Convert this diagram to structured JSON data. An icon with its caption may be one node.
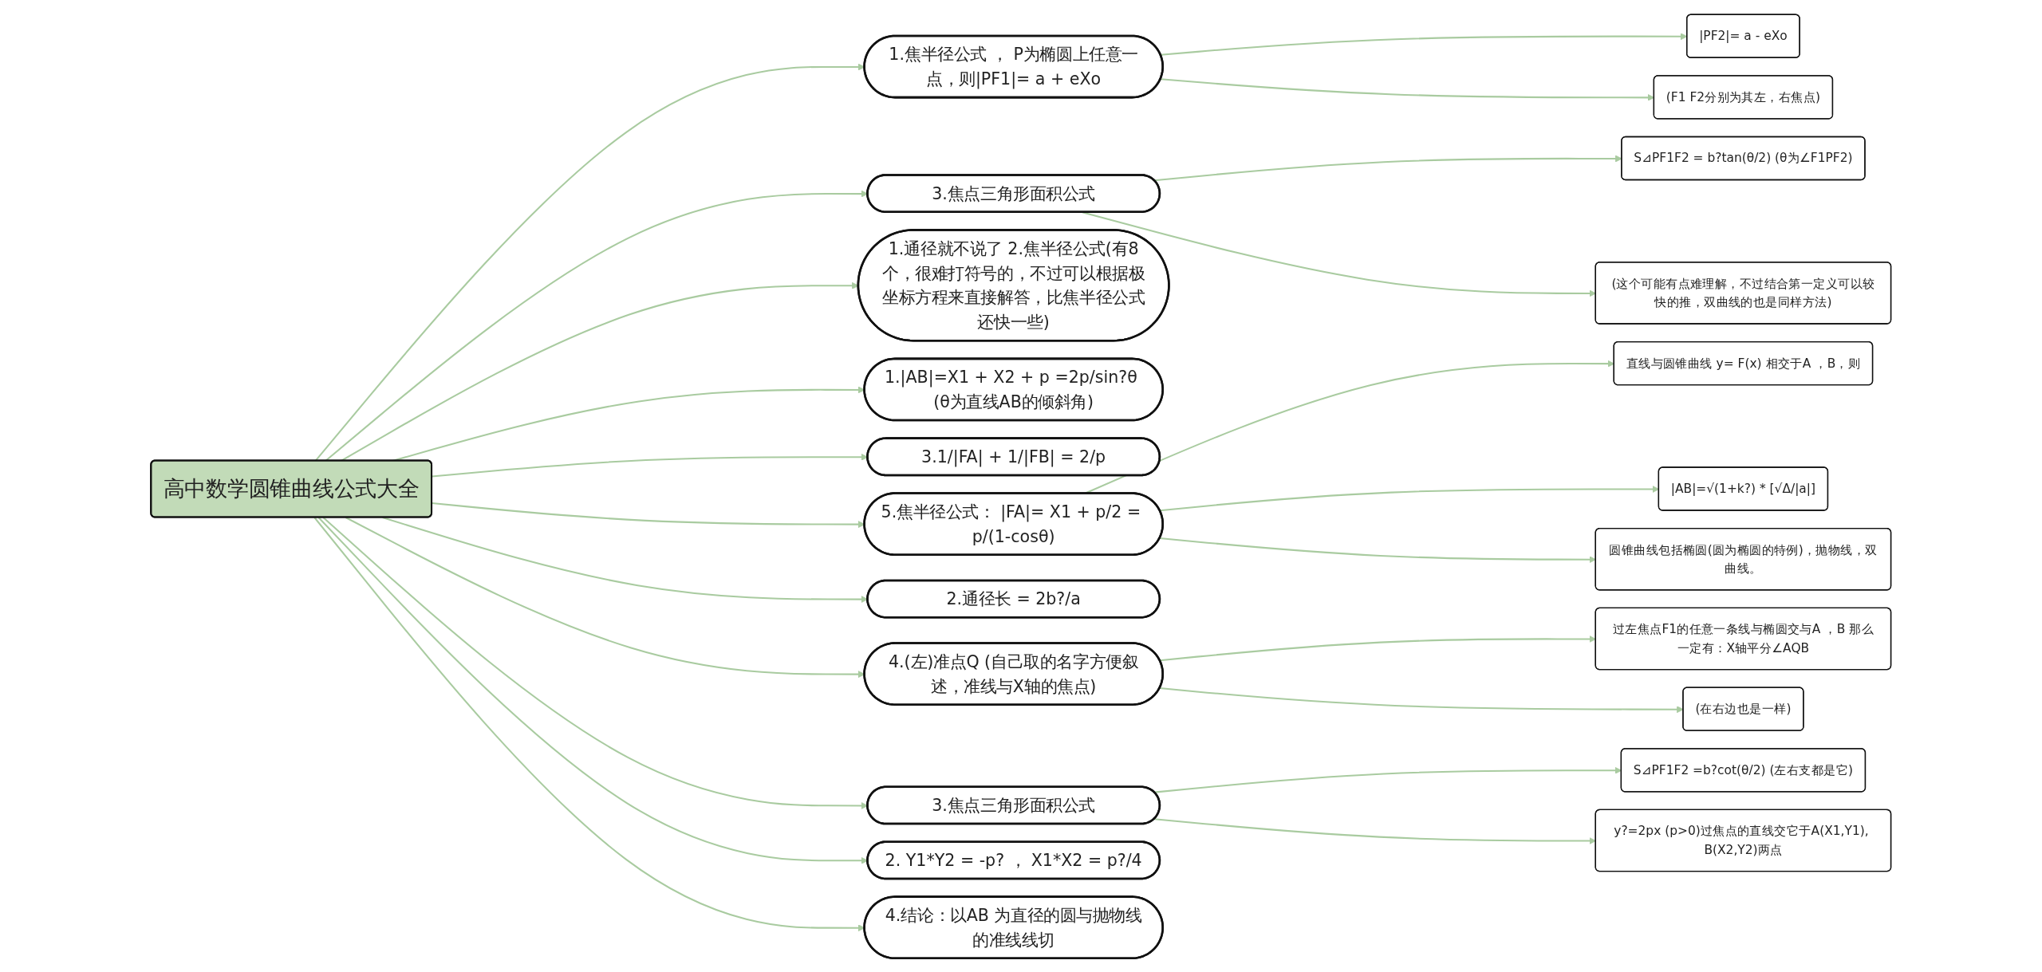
{
  "diagram": {
    "nodes": [
      {
        "text": [
          "高中数学圆锥曲线公式大全"
        ]
      },
      {
        "text": [
          "1.焦半径公式 ， P为椭圆上任意一点，则|PF1|= a + eXo"
        ]
      },
      {
        "text": [
          "|PF2|= a - eXo"
        ]
      },
      {
        "text": [
          "(F1 F2分别为其左，右焦点)"
        ]
      },
      {
        "text": [
          "3.焦点三角形面积公式"
        ]
      },
      {
        "text": [
          "S⊿PF1F2 = b?tan(θ/2) (θ为∠F1PF2)"
        ]
      },
      {
        "text": [
          "(这个可能有点难理解，不过结合第一定义可以较快的推，双曲线的也是同样方法)"
        ]
      },
      {
        "text": [
          "1.通径就不说了 2.焦半径公式(有8个，很难打符号的，不过可以根据极坐标方程来直接解答，比焦半径公式还快一些)"
        ]
      },
      {
        "text": [
          "1.|AB|=X1 + X2 + p =2p/sin?θ (θ为直线AB的倾斜角)"
        ]
      },
      {
        "text": [
          "3.1/|FA| + 1/|FB| = 2/p"
        ]
      },
      {
        "text": [
          "5.焦半径公式： |FA|= X1 + p/2 = p/(1-cosθ)"
        ]
      },
      {
        "text": [
          "直线与圆锥曲线 y= F(x) 相交于A ，B，则"
        ]
      },
      {
        "text": [
          "|AB|=√(1+k?) * [√Δ/|a|]"
        ]
      },
      {
        "text": [
          "圆锥曲线包括椭圆(圆为椭圆的特例)，抛物线，双曲线。"
        ]
      },
      {
        "text": [
          "2.通径长 = 2b?/a"
        ]
      },
      {
        "text": [
          "4.(左)准点Q (自己取的名字方便叙述，准线与X轴的焦点)"
        ]
      },
      {
        "text": [
          "过左焦点F1的任意一条线与椭圆交与A ，B 那么一定有：X轴平分∠AQB"
        ]
      },
      {
        "text": [
          "(在右边也是一样)"
        ]
      },
      {
        "text": [
          "3.焦点三角形面积公式"
        ]
      },
      {
        "text": [
          "S⊿PF1F2 =b?cot(θ/2) (左右支都是它)"
        ]
      },
      {
        "text": [
          "y?=2px (p>0)过焦点的直线交它于A(X1,Y1), B(X2,Y2)两点"
        ]
      },
      {
        "text": [
          "2. Y1*Y2 = -p? ， X1*X2 = p?/4"
        ]
      },
      {
        "text": [
          "4.结论：以AB 为直径的圆与抛物线的准线线切"
        ]
      }
    ],
    "edges": [
      {
        "from": 0,
        "to": 1,
        "arrow": "to"
      },
      {
        "from": 1,
        "to": 2,
        "arrow": "to"
      },
      {
        "from": 1,
        "to": 3,
        "arrow": "to"
      },
      {
        "from": 0,
        "to": 4,
        "arrow": "to"
      },
      {
        "from": 4,
        "to": 5,
        "arrow": "to"
      },
      {
        "from": 4,
        "to": 6,
        "arrow": "to"
      },
      {
        "from": 0,
        "to": 7,
        "arrow": "to"
      },
      {
        "from": 0,
        "to": 8,
        "arrow": "to"
      },
      {
        "from": 0,
        "to": 9,
        "arrow": "to"
      },
      {
        "from": 0,
        "to": 10,
        "arrow": "to"
      },
      {
        "from": 10,
        "to": 11,
        "arrow": "to"
      },
      {
        "from": 10,
        "to": 12,
        "arrow": "to"
      },
      {
        "from": 10,
        "to": 13,
        "arrow": "to"
      },
      {
        "from": 0,
        "to": 14,
        "arrow": "to"
      },
      {
        "from": 0,
        "to": 15,
        "arrow": "to"
      },
      {
        "from": 15,
        "to": 16,
        "arrow": "to"
      },
      {
        "from": 15,
        "to": 17,
        "arrow": "to"
      },
      {
        "from": 0,
        "to": 18,
        "arrow": "to"
      },
      {
        "from": 18,
        "to": 19,
        "arrow": "to"
      },
      {
        "from": 18,
        "to": 20,
        "arrow": "to"
      },
      {
        "from": 0,
        "to": 21,
        "arrow": "to"
      },
      {
        "from": 0,
        "to": 22,
        "arrow": "to"
      }
    ]
  }
}
